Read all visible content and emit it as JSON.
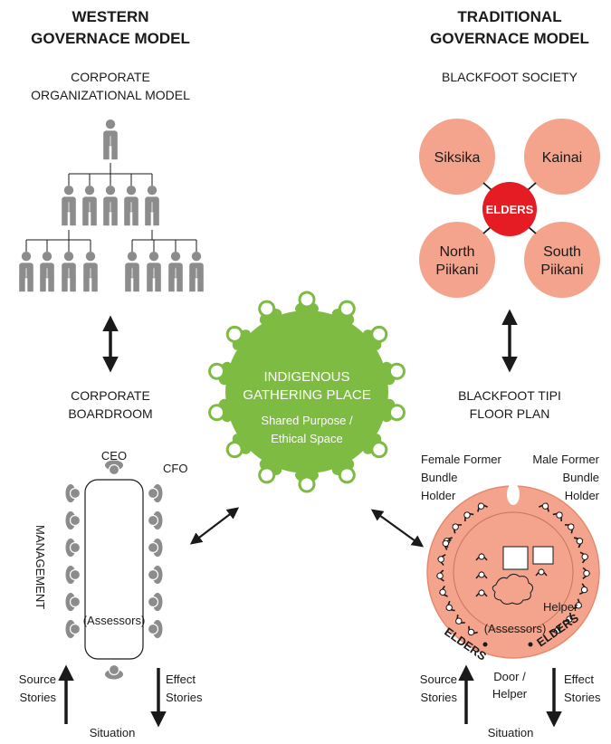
{
  "western": {
    "heading": [
      "WESTERN",
      "GOVERNACE MODEL"
    ],
    "org_model_title": [
      "CORPORATE",
      "ORGANIZATIONAL MODEL"
    ],
    "boardroom_title": [
      "CORPORATE",
      "BOARDROOM"
    ],
    "ceo": "CEO",
    "cfo": "CFO",
    "management": "MANAGEMENT",
    "assessors": "(Assessors)",
    "source_stories": [
      "Source",
      "Stories"
    ],
    "effect_stories": [
      "Effect",
      "Stories"
    ],
    "situation": "Situation"
  },
  "center": {
    "title": [
      "INDIGENOUS",
      "GATHERING PLACE"
    ],
    "subtitle": [
      "Shared Purpose /",
      "Ethical Space"
    ]
  },
  "traditional": {
    "heading": [
      "TRADITIONAL",
      "GOVERNACE MODEL"
    ],
    "society_title": "BLACKFOOT SOCIETY",
    "nations": {
      "siksika": [
        "Siksika"
      ],
      "kainai": [
        "Kainai"
      ],
      "north_piikani": [
        "North",
        "Piikani"
      ],
      "south_piikani": [
        "South",
        "Piikani"
      ]
    },
    "elders_center": "ELDERS",
    "tipi_title": [
      "BLACKFOOT TIPI",
      "FLOOR PLAN"
    ],
    "female_holder": [
      "Female Former",
      "Bundle",
      "Holder"
    ],
    "male_holder": [
      "Male Former",
      "Bundle",
      "Holder"
    ],
    "helper": "Helper",
    "assessors": "(Assessors)",
    "elders_left": "ELDERS",
    "elders_right": "ELDERS",
    "door_helper": [
      "Door /",
      "Helper"
    ],
    "source_stories": [
      "Source",
      "Stories"
    ],
    "effect_stories": [
      "Effect",
      "Stories"
    ],
    "situation": "Situation"
  },
  "colors": {
    "gray": "#8c8c8c",
    "salmon": "#f4a38c",
    "salmon_dark": "#e58a70",
    "red": "#e51c23",
    "green": "#7dbb42",
    "black": "#1a1a1a"
  }
}
